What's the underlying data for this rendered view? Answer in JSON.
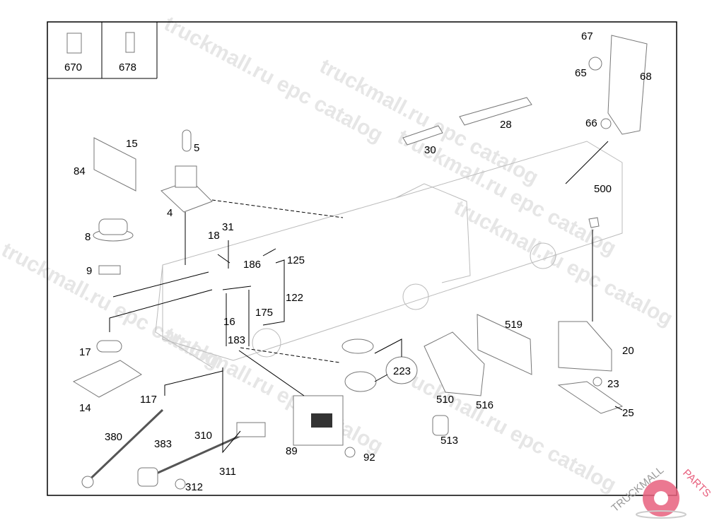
{
  "watermark": "truckmall.ru epc catalog",
  "logo": {
    "text": "TRUCKMALLPARTS",
    "text_color": "#999999",
    "accent_color": "#e8607e"
  },
  "inset_parts": [
    "670",
    "678"
  ],
  "labels": [
    "67",
    "65",
    "68",
    "66",
    "28",
    "30",
    "15",
    "5",
    "84",
    "4",
    "500",
    "8",
    "18",
    "31",
    "186",
    "125",
    "9",
    "122",
    "175",
    "16",
    "183",
    "519",
    "20",
    "17",
    "223",
    "23",
    "14",
    "510",
    "516",
    "117",
    "25",
    "380",
    "310",
    "383",
    "513",
    "89",
    "92",
    "311",
    "312"
  ]
}
